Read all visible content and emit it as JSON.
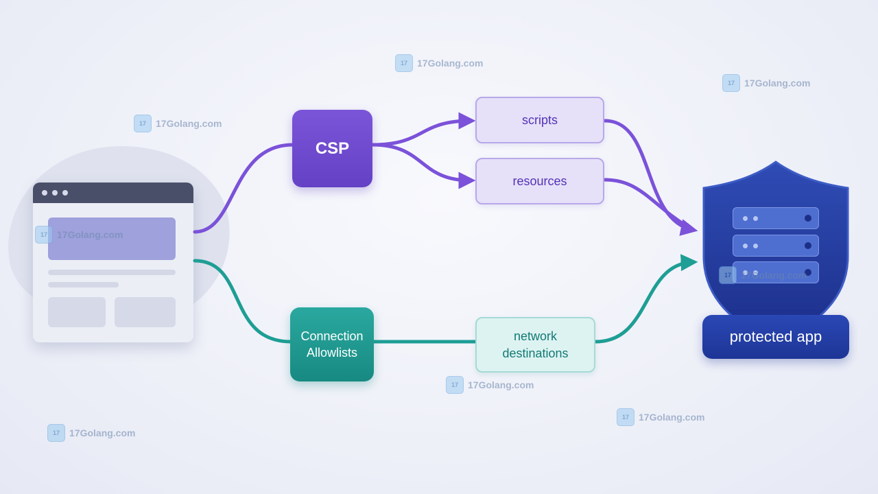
{
  "diagram": {
    "nodes": {
      "csp": "CSP",
      "scripts": "scripts",
      "resources": "resources",
      "connection_allowlists": "Connection\nAllowlists",
      "network_destinations": "network\ndestinations",
      "protected_app": "protected app"
    },
    "colors": {
      "purple_flow": "#7b52d9",
      "teal_flow": "#1e9e95",
      "shield": "#22389a",
      "app_label": "#1d3596"
    }
  },
  "watermark": {
    "text": "17Golang.com",
    "icon": "logo-icon",
    "instances": [
      1,
      2,
      3,
      4,
      5,
      6,
      7,
      8
    ]
  }
}
